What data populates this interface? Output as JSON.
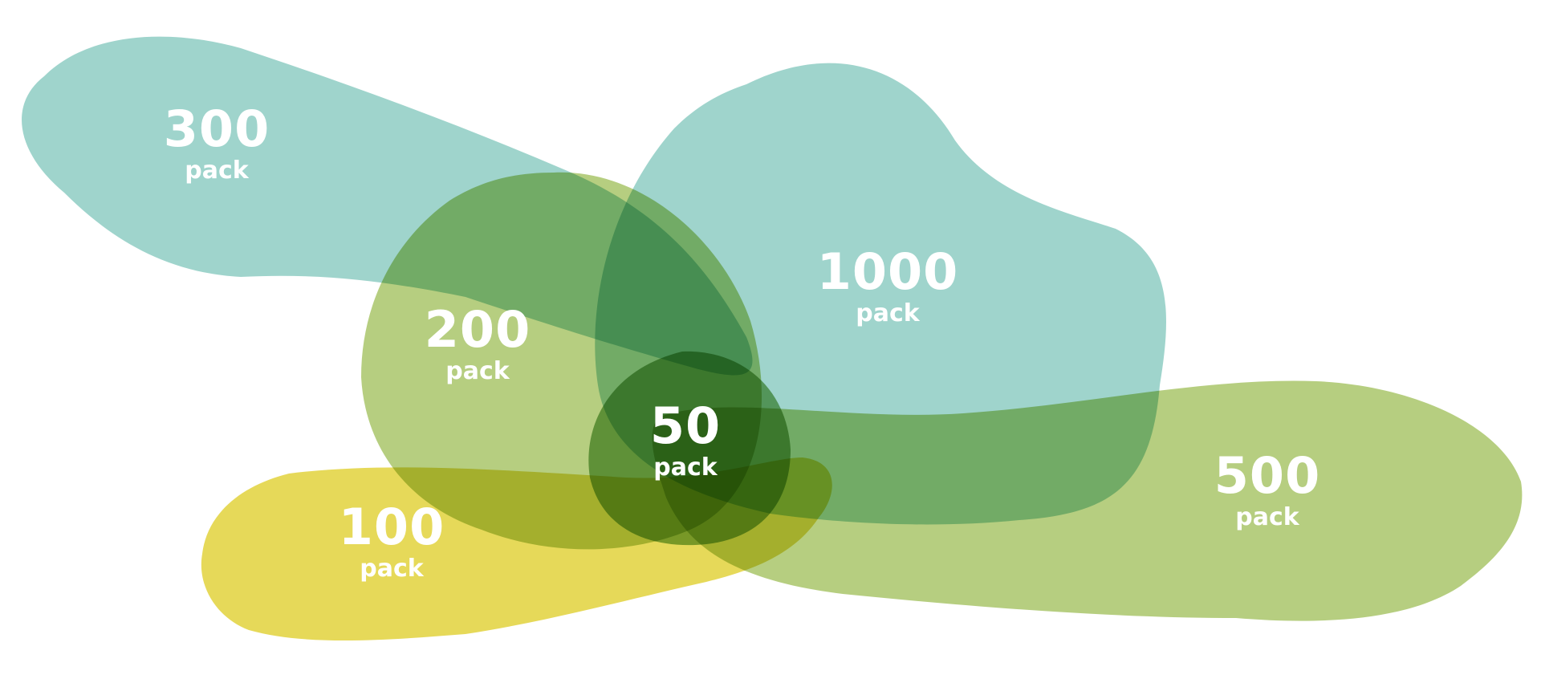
{
  "packs": [
    {
      "id": "300",
      "value": "300",
      "unit": "pack",
      "color": "#8ecdc3"
    },
    {
      "id": "1000",
      "value": "1000",
      "unit": "pack",
      "color": "#8ecdc3"
    },
    {
      "id": "200",
      "value": "200",
      "unit": "pack",
      "color": "#a9c66a"
    },
    {
      "id": "50",
      "value": "50",
      "unit": "pack",
      "color": "#5c9a40"
    },
    {
      "id": "100",
      "value": "100",
      "unit": "pack",
      "color": "#e2d23c"
    },
    {
      "id": "500",
      "value": "500",
      "unit": "pack",
      "color": "#a9c66a"
    }
  ]
}
